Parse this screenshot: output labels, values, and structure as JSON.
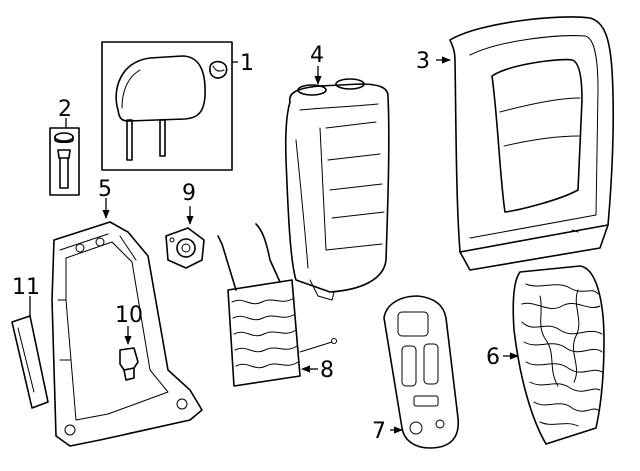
{
  "callouts": {
    "p1": "1",
    "p2": "2",
    "p3": "3",
    "p4": "4",
    "p5": "5",
    "p6": "6",
    "p7": "7",
    "p8": "8",
    "p9": "9",
    "p10": "10",
    "p11": "11"
  },
  "colors": {
    "line": "#000000",
    "background": "#ffffff"
  }
}
